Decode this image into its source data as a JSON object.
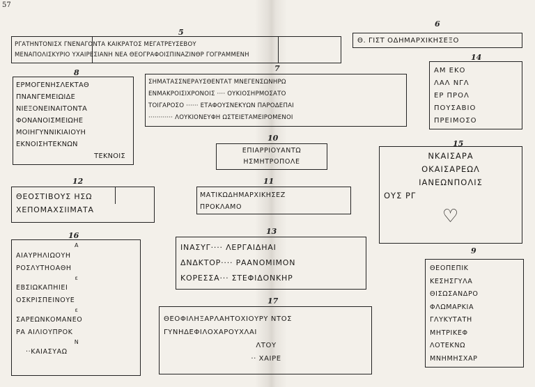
{
  "page_number": "57",
  "inscriptions": [
    {
      "id": "5",
      "number": "5",
      "lines": [
        "ΡΓΑΤΗΝΤΟΝΙΣΧ ΓΝΕΝΑΓΟΝΤΑ ΚΑΙΚΡΑΤΟΣ ΜΕΓΑΤΡΕΥΣΕΒΟΥ",
        "ΜΕΝΑΠΟΛΙΣΚΥΡΙΟ ΥΧΑΙΡΕΣΙΑΝΗ ΝΕΑ ΘΕΟΓΡΑΦΟΙΣΠΙΝΑΖΙΝΘΡ ΓΟΓΡΑΜΜΕΝΗ"
      ]
    },
    {
      "id": "6",
      "number": "6",
      "lines": [
        "Θ. ΓΙΣΤ   ΟΔΗΜΑΡΧΙΚΗΣΕΞΟ"
      ]
    },
    {
      "id": "8",
      "number": "8",
      "lines": [
        "ΕΡΜΟΓΕΝΗΣΛΕΚΤΑΘ",
        "ΠΝΑΝΓΕΜΕΙΩΙΔΕ",
        "ΝΙΕΞΟΝΕΙΝΑΙΤΟΝΤΑ",
        "ΦΟΝΑΝΟΙΣΜΕΙΩΗΕ",
        "ΜΟΙΗΓΥΝΝΙΚΙΑΙΟΥΗ",
        "ΕΚΝΟΙΣΗΤΕΚΝΩΝ",
        "ΤΕΚΝΟΙΣ"
      ]
    },
    {
      "id": "7",
      "number": "7",
      "lines": [
        "ΣΗΜΑΤΑΣΣΝΕΡΑΥΣΘΕΝΤΑΤ ΜΝΕΓΕΝΣΩΝΗΡΩ",
        "ΕΝΜΑΚΡΟΙΣΙΧΡΟΝΟΙΣ ···· ΟΥΚΙΟΣΗΡΜΟΣΑΤΟ",
        "ΤΟΙΓΑΡΟΣΟ ······ ΕΤΑΦΟΥΣΝΕΚΥΩΝ ΠΑΡΟΔΕΠΑΙ",
        "············ ΛΟΥΚΙΟΝΕΥΦΗ ΩΣΤΕΙΕΤΑΜΕΙΡΟΜΕΝΟΙ"
      ]
    },
    {
      "id": "14",
      "number": "14",
      "lines": [
        "ΑΜ   ΕΚΟ",
        "ΛΑΛ   ΝΓΛ",
        "ΕΡ   ΠΡΟΛ",
        "ΠΟΥΣΑΒΙΟ",
        "ΠΡΕΙΜΟΣΟ"
      ]
    },
    {
      "id": "10",
      "number": "10",
      "lines": [
        "ΕΠΙΑΡΡΙΟΥΑΝΤΩ",
        "ΗΣΜΗΤΡΟΠΟΛΕ"
      ]
    },
    {
      "id": "15",
      "number": "15",
      "lines": [
        "ΝΚΑΙΣΑΡΑ",
        "ΟΚΑΙΣΑΡΕΩΛ",
        "ΙΑΝΕΩΝΠΟΛΙΣ",
        "ΟΥΣ  ΡΓ",
        "♡"
      ]
    },
    {
      "id": "12",
      "number": "12",
      "lines": [
        "ΘΕΟΣΤΙΒΟΥΣ ΗΣΩ",
        "ΧΕΠΟΜΑΧΣΙΙΜΑΤΑ"
      ]
    },
    {
      "id": "11",
      "number": "11",
      "lines": [
        "ΜΑΤΙΚΩΔΗΜΑΡΧΙΚΗΣΕΖ",
        "ΠΡΟΚΛΑΜΟ"
      ]
    },
    {
      "id": "16",
      "number": "16",
      "lines": [
        "Α",
        "ΑΙΑΥΡΗΛΙΩΟΥΗ",
        "ΡΟΣΛΥΤΗΟΑΘΗ",
        "ε",
        "ΕΒΣΙΩΚΑΠΗΙΕΙ",
        "ΟΣΚΡΙΣΠΕΙΝΟΥΕ",
        "ε",
        "ΣΑΡΕΩΝΚΟΜΑΝΕΟ",
        "ΡΑ ΑΙΛΙΟΥΠΡΟΚ",
        "Ν",
        "··ΚΑΙΑΣΥΑΩ"
      ]
    },
    {
      "id": "13",
      "number": "13",
      "lines": [
        "ΙΝΑΣΥΓ···· ΛΕΡΓΑΙΔΗΑΙ",
        "ΔΝΔΚΤΟΡ···· ΡΑΑΝΟΜΙΜΟΝ",
        "ΚΟΡΕΣΣΑ··· ΣΤΕΦΙΔΟΝΚΗΡ"
      ]
    },
    {
      "id": "9",
      "number": "9",
      "lines": [
        "ΘΕΟΠΕΠΙΚ",
        "ΚΕΣΗΣΓΥΛΑ",
        "ΘΙΣΩΣΑΝΔΡΟ",
        "ΦΛΩΜΑΡΚΙΑ",
        "ΓΛΥΚΥΤΑΤΗ",
        "ΜΗΤΡΙΚΕΦ",
        "ΛΟΤΕΚΝΩ",
        "ΜΝΗΜΗΣΧΑΡ"
      ]
    },
    {
      "id": "17",
      "number": "17",
      "lines": [
        "ΘΕΟΦΙΛΗΞΑΡΛΑΗΤΟΧΙΟΥΡΥ ΝΤΟΣ",
        "ΓΥΝΗΔΕΦΙΛΟΧΑΡΟΥΧΛΑΙ",
        "ΛΤΟΥ",
        "·· ΧΑΙΡΕ"
      ]
    }
  ]
}
